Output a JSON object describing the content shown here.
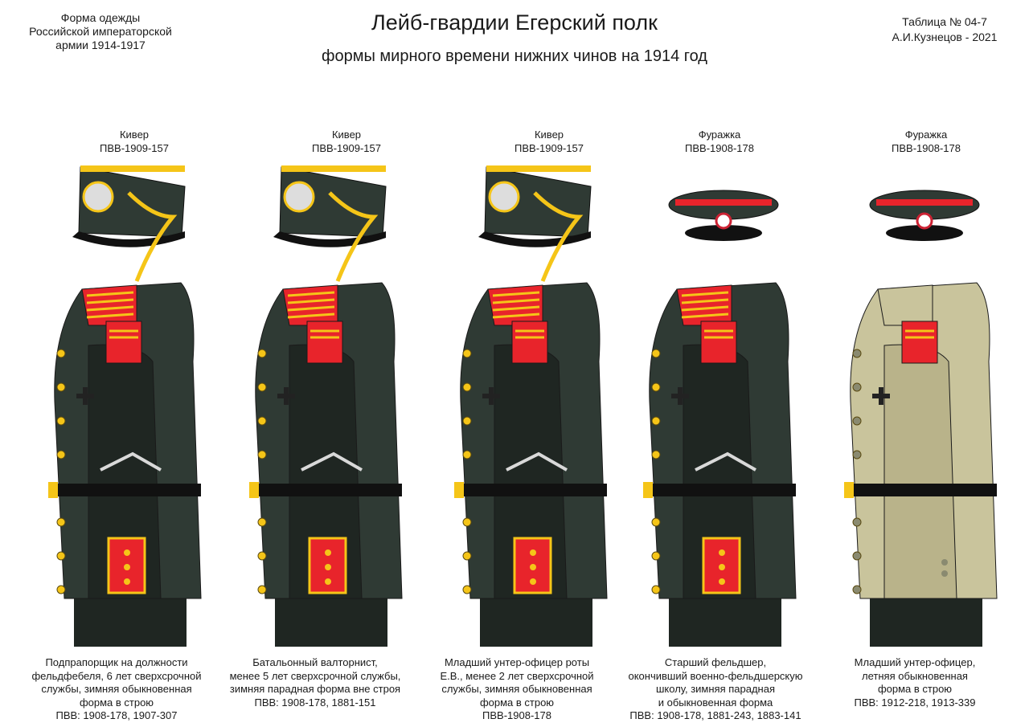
{
  "header": {
    "left_lines": [
      "Форма одежды",
      "Российской императорской",
      "армии  1914-1917"
    ],
    "title": "Лейб-гвардии Егерский полк",
    "subtitle": "формы мирного времени нижних чинов  на 1914 год",
    "right_lines": [
      "Таблица № 04-7",
      "А.И.Кузнецов - 2021"
    ]
  },
  "colors": {
    "uniform_green": "#2f3a34",
    "uniform_dark": "#1f2622",
    "collar_red": "#e8242b",
    "braid_yellow": "#f5c518",
    "summer_khaki": "#c9c49c",
    "leather_brown": "#8a5a2b"
  },
  "figures": [
    {
      "headgear": [
        "Кивер",
        "ПВВ-1909-157"
      ],
      "headgear_type": "kiver",
      "tunic": "winter",
      "caption": [
        "Подпрапорщик на должности",
        "фельдфебеля,  6 лет сверхсрочной",
        "службы, зимняя обыкновенная",
        "форма в строю",
        "ПВВ: 1908-178, 1907-307"
      ]
    },
    {
      "headgear": [
        "Кивер",
        "ПВВ-1909-157"
      ],
      "headgear_type": "kiver",
      "tunic": "winter",
      "caption": [
        "Батальонный валторнист,",
        "менее 5 лет сверхсрочной службы,",
        "зимняя парадная форма вне строя",
        "ПВВ: 1908-178, 1881-151"
      ]
    },
    {
      "headgear": [
        "Кивер",
        "ПВВ-1909-157"
      ],
      "headgear_type": "kiver",
      "tunic": "winter",
      "caption": [
        "Младший унтер-офицер роты",
        "Е.В., менее 2 лет сверхсрочной",
        "службы, зимняя обыкновенная",
        "форма в строю",
        "ПВВ-1908-178"
      ]
    },
    {
      "headgear": [
        "Фуражка",
        "ПВВ-1908-178"
      ],
      "headgear_type": "cap",
      "tunic": "winter",
      "caption": [
        "Старший фельдшер,",
        "окончивший военно-фельдшерскую",
        "школу, зимняя парадная",
        "и обыкновенная форма",
        "ПВВ: 1908-178, 1881-243, 1883-141"
      ]
    },
    {
      "headgear": [
        "Фуражка",
        "ПВВ-1908-178"
      ],
      "headgear_type": "cap",
      "tunic": "summer",
      "caption": [
        "Младший унтер-офицер,",
        "летняя обыкновенная",
        "форма в строю",
        "ПВВ: 1912-218, 1913-339"
      ]
    }
  ]
}
